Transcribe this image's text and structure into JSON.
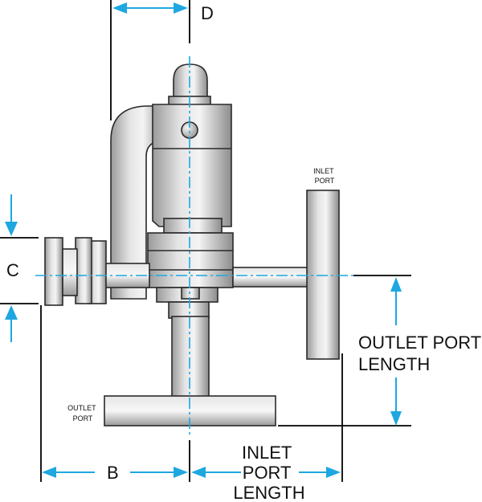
{
  "labels": {
    "d": "D",
    "c": "C",
    "b": "B",
    "inlet_port_tag": [
      "INLET",
      "PORT"
    ],
    "outlet_port_tag": [
      "OUTLET",
      "PORT"
    ],
    "outlet_port_length": [
      "OUTLET PORT",
      "LENGTH"
    ],
    "inlet_port_length": [
      "INLET",
      "PORT",
      "LENGTH"
    ]
  },
  "colors": {
    "dimension_arrow": "#1ea7e1",
    "centerline": "#1ea7e1",
    "metal_outline": "#2a2a2a"
  }
}
